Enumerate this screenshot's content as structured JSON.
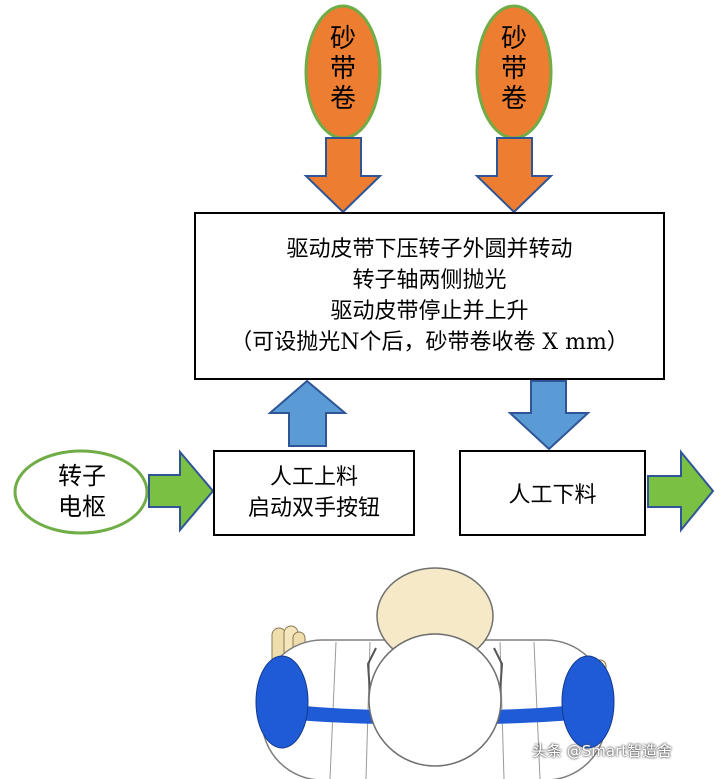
{
  "roll_left": {
    "chars": [
      "砂",
      "带",
      "卷"
    ]
  },
  "roll_right": {
    "chars": [
      "砂",
      "带",
      "卷"
    ]
  },
  "main_box": {
    "lines": [
      "驱动皮带下压转子外圆并转动",
      "转子轴两侧抛光",
      "驱动皮带停止并上升",
      "（可设抛光N个后，砂带卷收卷 X mm）"
    ]
  },
  "input": {
    "lines": [
      "转子",
      "电枢"
    ]
  },
  "load_box": {
    "lines": [
      "人工上料",
      "启动双手按钮"
    ]
  },
  "unload_box": {
    "label": "人工下料"
  },
  "watermark": "头条 @Smart智造舍",
  "colors": {
    "orange": "#ED7D31",
    "orange_border": "#70AD47",
    "blue_arrow": "#5B9BD5",
    "green_arrow": "#7AC143",
    "figure_skin": "#F5E9C8",
    "figure_blue": "#1F5BD6"
  }
}
